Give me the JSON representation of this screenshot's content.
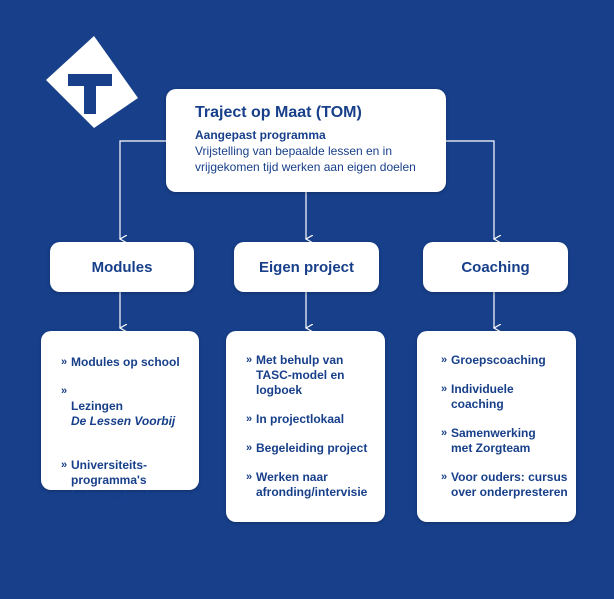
{
  "colors": {
    "background": "#173f8a",
    "box": "#ffffff",
    "text": "#173f8a",
    "connector": "#ffffff"
  },
  "logo": {
    "icon": "t-logo-icon"
  },
  "top": {
    "title": "Traject op Maat (TOM)",
    "subtitle": "Aangepast programma",
    "description": "Vrijstelling van bepaalde lessen en in vrijgekomen tijd werken aan eigen doelen"
  },
  "branches": [
    {
      "label": "Modules",
      "items": [
        {
          "text": "Modules op school"
        },
        {
          "text": "Lezingen",
          "emphasis": "De Lessen Voorbij"
        },
        {
          "text": "Universiteits-\nprogramma's\nbuiten school"
        }
      ]
    },
    {
      "label": "Eigen project",
      "items": [
        {
          "text": " Met behulp van\nTASC-model en\nlogboek"
        },
        {
          "text": "In  projectlokaal"
        },
        {
          "text": "Begeleiding project"
        },
        {
          "text": "Werken naar\nafronding/intervisie"
        }
      ]
    },
    {
      "label": "Coaching",
      "items": [
        {
          "text": "Groepscoaching"
        },
        {
          "text": "Individuele\ncoaching"
        },
        {
          "text": "Samenwerking\nmet Zorgteam"
        },
        {
          "text": " Voor ouders: cursus\nover onderpresteren"
        }
      ]
    }
  ]
}
